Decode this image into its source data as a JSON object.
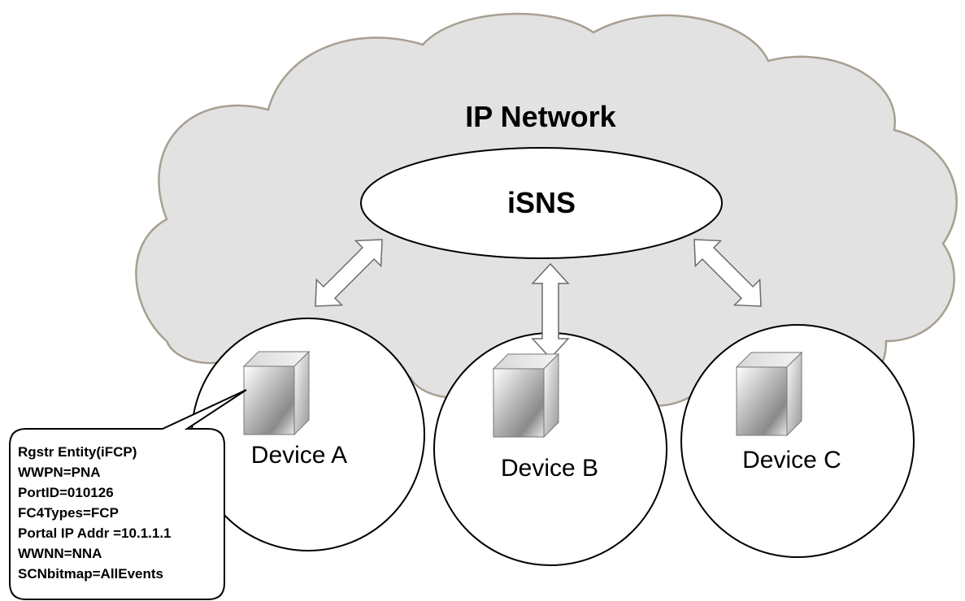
{
  "network": {
    "title": "IP Network",
    "server_label": "iSNS",
    "cloud_color": "#e2e2e2"
  },
  "devices": [
    {
      "label": "Device A"
    },
    {
      "label": "Device B"
    },
    {
      "label": "Device C"
    }
  ],
  "callout": {
    "lines": [
      "Rgstr  Entity(iFCP)",
      "WWPN=PNA",
      "PortID=010126",
      "FC4Types=FCP",
      "Portal IP  Addr =10.1.1.1",
      "WWNN=NNA",
      "SCNbitmap=AllEvents"
    ]
  },
  "icons": [
    "device-cube-icon",
    "bidirectional-arrow-icon"
  ]
}
